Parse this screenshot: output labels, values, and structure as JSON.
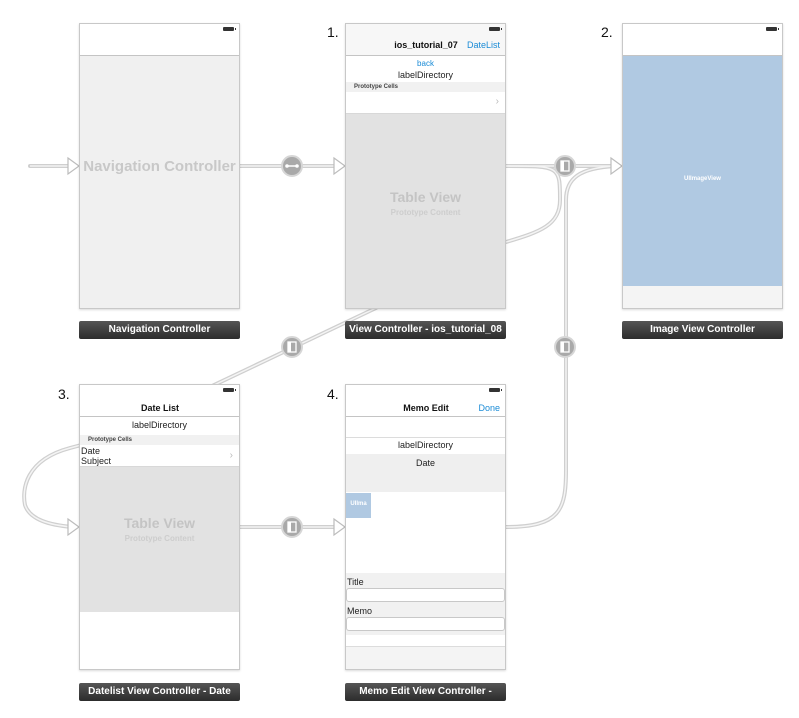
{
  "scene_numbers": {
    "s1": "1.",
    "s2": "2.",
    "s3": "3.",
    "s4": "4."
  },
  "navigation_controller": {
    "body_label": "Navigation Controller",
    "caption": "Navigation Controller"
  },
  "view_controller": {
    "nav_title": "ios_tutorial_07",
    "right_button": "DateList",
    "back_label": "back",
    "label_directory": "labelDirectory",
    "prototype_header": "Prototype Cells",
    "table_title": "Table View",
    "table_subtitle": "Prototype Content",
    "caption": "View Controller - ios_tutorial_08"
  },
  "image_view_controller": {
    "image_label": "UIImageView",
    "caption": "Image View Controller"
  },
  "datelist_controller": {
    "nav_title": "Date List",
    "label_directory": "labelDirectory",
    "prototype_header": "Prototype Cells",
    "cell_date": "Date",
    "cell_subject": "Subject",
    "table_title": "Table View",
    "table_subtitle": "Prototype Content",
    "caption": "Datelist View Controller - Date"
  },
  "memo_edit_controller": {
    "nav_title": "Memo Edit",
    "right_button": "Done",
    "label_directory": "labelDirectory",
    "date_label": "Date",
    "image_thumb": "UIIma",
    "title_label": "Title",
    "memo_label": "Memo",
    "caption": "Memo Edit View Controller -"
  },
  "colors": {
    "segue_line": "#c8c8c8",
    "segue_badge": "#a9a9a9",
    "image_view_fill": "#b0c9e2",
    "ios_blue": "#1a8bd6",
    "caption_bg": "#3a3a3a"
  }
}
